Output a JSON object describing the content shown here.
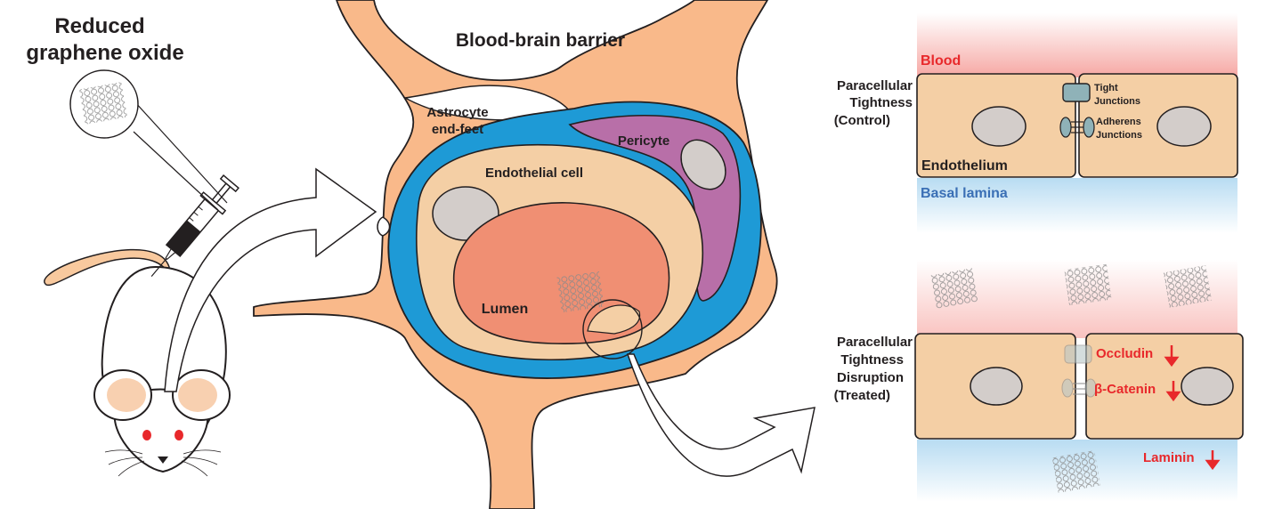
{
  "left": {
    "title_line1": "Reduced",
    "title_line2": "graphene oxide"
  },
  "center": {
    "title": "Blood-brain barrier",
    "astrocyte_line1": "Astrocyte",
    "astrocyte_line2": "end-feet",
    "pericyte": "Pericyte",
    "endothelial": "Endothelial cell",
    "lumen": "Lumen"
  },
  "control": {
    "blood": "Blood",
    "label_line1": "Paracellular",
    "label_line2": "Tightness",
    "label_line3": "(Control)",
    "tight_line1": "Tight",
    "tight_line2": "Junctions",
    "adherens_line1": "Adherens",
    "adherens_line2": "Junctions",
    "endothelium": "Endothelium",
    "basal": "Basal lamina"
  },
  "treated": {
    "label_line1": "Paracellular",
    "label_line2": "Tightness",
    "label_line3": "Disruption",
    "label_line4": "(Treated)",
    "occludin": "Occludin",
    "catenin": "β-Catenin",
    "laminin": "Laminin"
  },
  "colors": {
    "astrocyte": "#f9b98a",
    "basal_blue": "#1e9ad6",
    "endothelial": "#f4cfa5",
    "lumen": "#f08f73",
    "pericyte": "#b86fa8",
    "nucleus": "#d3cdca",
    "cell": "#f4cfa5",
    "blood_gradient": "#f6a7a3",
    "basal_gradient": "#b8dcf2",
    "junction": "#8fb2b8",
    "down_arrow": "#e8282b"
  }
}
